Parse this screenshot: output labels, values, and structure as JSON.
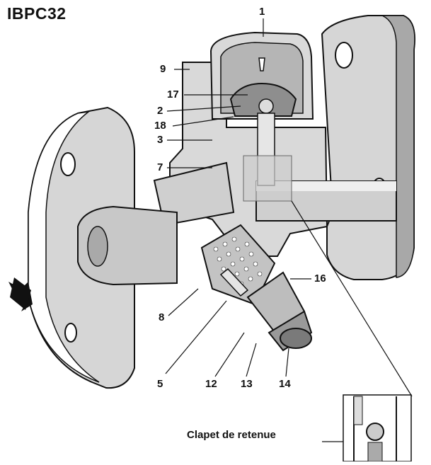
{
  "diagram": {
    "title": "IBPC32",
    "caption": "Clapet de retenue",
    "callouts": {
      "c1": "1",
      "c9": "9",
      "c17": "17",
      "c2": "2",
      "c18": "18",
      "c3": "3",
      "c7": "7",
      "c16": "16",
      "c8": "8",
      "c5": "5",
      "c12": "12",
      "c13": "13",
      "c14": "14"
    },
    "colors": {
      "body_fill": "#d9d9d9",
      "shade": "#9a9a9a",
      "outline": "#111111",
      "highlight": "#cccccc"
    }
  }
}
